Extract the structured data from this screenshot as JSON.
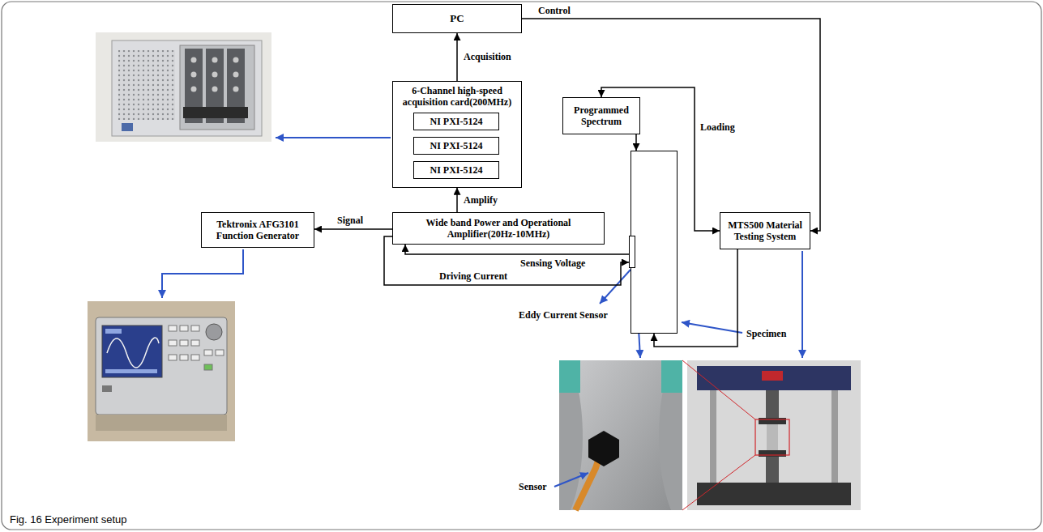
{
  "diagram": {
    "caption": "Fig. 16 Experiment setup",
    "nodes": [
      {
        "text": [
          "PC"
        ]
      },
      {
        "text": [
          "6-Channel high-speed acquisition card(200MHz)"
        ]
      },
      {
        "text": [
          "NI PXI-5124"
        ],
        "in": 1
      },
      {
        "text": [
          "NI PXI-5124"
        ],
        "in": 1
      },
      {
        "text": [
          "NI PXI-5124"
        ],
        "in": 1
      },
      {
        "text": [
          "Programmed Spectrum"
        ]
      },
      {
        "text": [
          "Tektronix AFG3101 Function Generator"
        ]
      },
      {
        "text": [
          "Wide band Power and Operational Amplifier(20Hz-10MHz)"
        ]
      },
      {
        "text": [
          "MTS500 Material Testing System"
        ]
      },
      {
        "text": [
          "Specimen"
        ]
      },
      {
        "text": [
          "Eddy Current Sensor"
        ],
        "in": 9
      }
    ],
    "edges": [
      {
        "from": 1,
        "to": 0,
        "arrow": "to",
        "label": "Acquisition"
      },
      {
        "from": 0,
        "to": 8,
        "arrow": "to",
        "label": "Control"
      },
      {
        "from": 7,
        "to": 1,
        "arrow": "to",
        "label": "Amplify"
      },
      {
        "from": 7,
        "to": 6,
        "arrow": "to",
        "label": "Signal"
      },
      {
        "from": 10,
        "to": 7,
        "arrow": "to",
        "label": "Sensing Voltage"
      },
      {
        "from": 7,
        "to": 10,
        "arrow": "to",
        "label": "Driving Current"
      },
      {
        "from": 5,
        "to": 9,
        "arrow": "to"
      },
      {
        "from": 8,
        "to": 9,
        "arrow": "to"
      },
      {
        "from": 5,
        "to": 8,
        "arrow": "both",
        "label": "Loading"
      }
    ],
    "labels": [
      "Sensor"
    ]
  }
}
